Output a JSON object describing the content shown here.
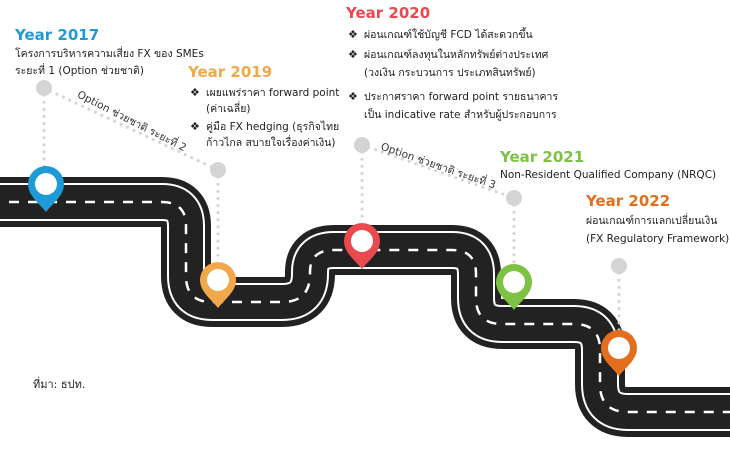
{
  "milestones": [
    {
      "year": "Year 2017",
      "color": "#1e9ad6",
      "lines": [
        "โครงการบริหารความเสี่ยง FX ของ SMEs",
        "ระยะที่ 1 (Option ช่วยชาติ)"
      ]
    },
    {
      "year": "Year 2019",
      "color": "#f0a84a",
      "bullets": [
        [
          "เผยแพร่ราคา forward point",
          "(ค่าเฉลี่ย)"
        ],
        [
          "คู่มือ FX hedging (ธุรกิจไทย",
          "ก้าวไกล สบายใจเรื่องค่าเงิน)"
        ]
      ]
    },
    {
      "year": "Year 2020",
      "color": "#e94a4f",
      "bullets": [
        [
          "ผ่อนเกณฑ์ใช้บัญชี FCD ได้สะดวกขึ้น"
        ],
        [
          "ผ่อนเกณฑ์ลงทุนในหลักทรัพย์ต่างประเทศ",
          "(วงเงิน กระบวนการ ประเภทสินทรัพย์)"
        ],
        [
          "ประกาศราคา forward point รายธนาคาร",
          "เป็น indicative rate สำหรับผู้ประกอบการ"
        ]
      ]
    },
    {
      "year": "Year 2021",
      "color": "#7dc242",
      "lines": [
        "Non-Resident Qualified Company (NRQC)"
      ]
    },
    {
      "year": "Year 2022",
      "color": "#e36f1e",
      "lines": [
        "ผ่อนเกณฑ์การแลกเปลี่ยนเงิน",
        "(FX Regulatory Framework)"
      ]
    }
  ],
  "connectors": [
    "Option ช่วยชาติ ระยะที่ 2",
    "Option ช่วยชาติ ระยะที่ 3"
  ],
  "source": "ที่มา: ธปท.",
  "bullet_glyph": "❖",
  "colors": {
    "road": "#222222",
    "road_edge": "#ffffff",
    "road_stripe": "#ffffff",
    "dot": "#d4d4d4"
  }
}
